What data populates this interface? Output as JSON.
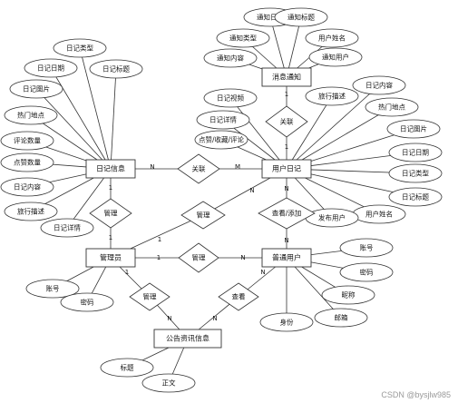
{
  "entities": {
    "message_notice": "消息通知",
    "diary_info": "日记信息",
    "user_diary": "用户日记",
    "admin": "管理员",
    "normal_user": "普通用户",
    "notice_info": "公告资讯信息"
  },
  "relations": {
    "user_diary_notice": "关联",
    "diary_info_user_diary": "关联",
    "admin_diary_info": "管理",
    "admin_user_diary": "管理",
    "normal_user_user_diary": "查看/添加",
    "admin_normal_user": "管理",
    "admin_notice": "管理",
    "normal_user_notice": "查看"
  },
  "attributes": {
    "message_notice": [
      "通知日期",
      "通知标题",
      "通知类型",
      "用户姓名",
      "通知内容",
      "通知用户"
    ],
    "diary_info": [
      "日记类型",
      "日记日期",
      "日记标题",
      "日记图片",
      "热门地点",
      "评论数量",
      "点赞数量",
      "日记内容",
      "旅行描述",
      "日记详情"
    ],
    "user_diary_left": [
      "日记视频",
      "日记详情",
      "点赞/收藏/评论"
    ],
    "user_diary_right": [
      "旅行描述",
      "日记内容",
      "热门地点",
      "日记图片",
      "日记日期",
      "日记类型",
      "日记标题",
      "用户姓名",
      "发布用户"
    ],
    "admin": [
      "账号",
      "密码"
    ],
    "normal_user": [
      "账号",
      "密码",
      "昵称",
      "邮箱",
      "身份"
    ],
    "notice_info": [
      "标题",
      "正文"
    ]
  },
  "cardinality": {
    "one": "1",
    "many": "N",
    "many_m": "M"
  },
  "watermark": "CSDN @bysjlw985"
}
